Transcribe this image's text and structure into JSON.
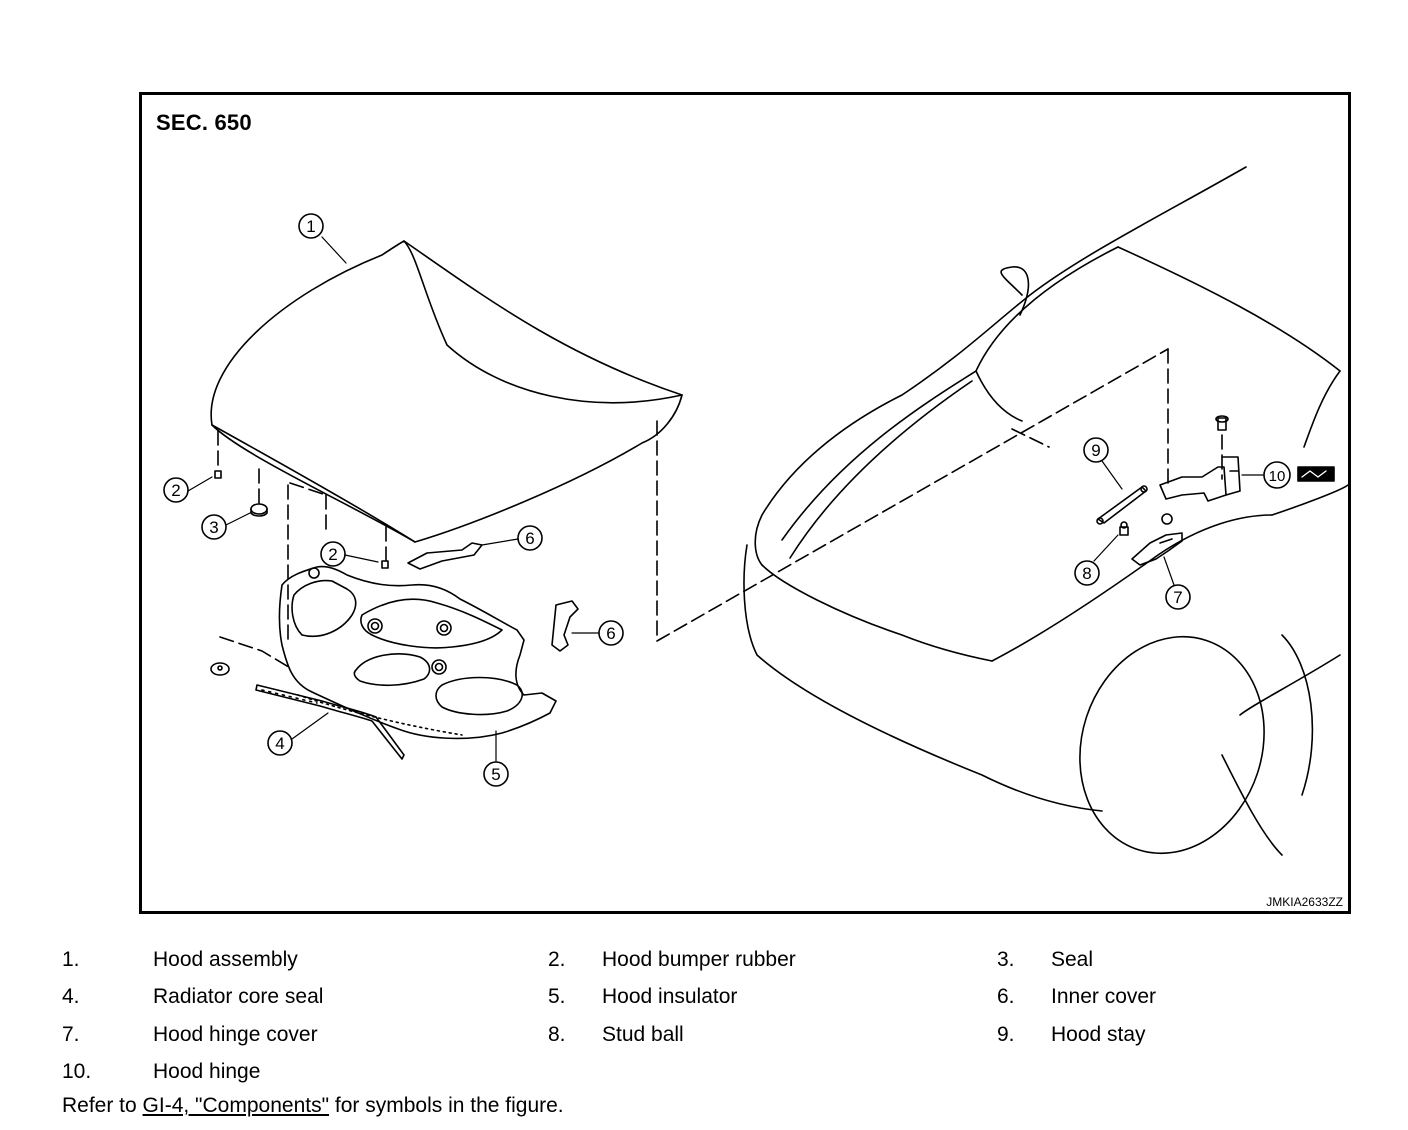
{
  "figure": {
    "section_label": "SEC. 650",
    "figure_code": "JMKIA2633ZZ",
    "callouts": [
      "1",
      "2",
      "2",
      "3",
      "4",
      "5",
      "6",
      "6",
      "7",
      "8",
      "9",
      "10"
    ]
  },
  "legend": {
    "items": [
      {
        "number": "1.",
        "label": "Hood assembly"
      },
      {
        "number": "2.",
        "label": "Hood bumper rubber"
      },
      {
        "number": "3.",
        "label": "Seal"
      },
      {
        "number": "4.",
        "label": "Radiator core seal"
      },
      {
        "number": "5.",
        "label": "Hood insulator"
      },
      {
        "number": "6.",
        "label": "Inner cover"
      },
      {
        "number": "7.",
        "label": "Hood hinge cover"
      },
      {
        "number": "8.",
        "label": "Stud ball"
      },
      {
        "number": "9.",
        "label": "Hood stay"
      },
      {
        "number": "10.",
        "label": "Hood hinge"
      }
    ]
  },
  "note": {
    "prefix": "Refer to ",
    "link": "GI-4, \"Components\"",
    "suffix": " for symbols in the figure."
  }
}
